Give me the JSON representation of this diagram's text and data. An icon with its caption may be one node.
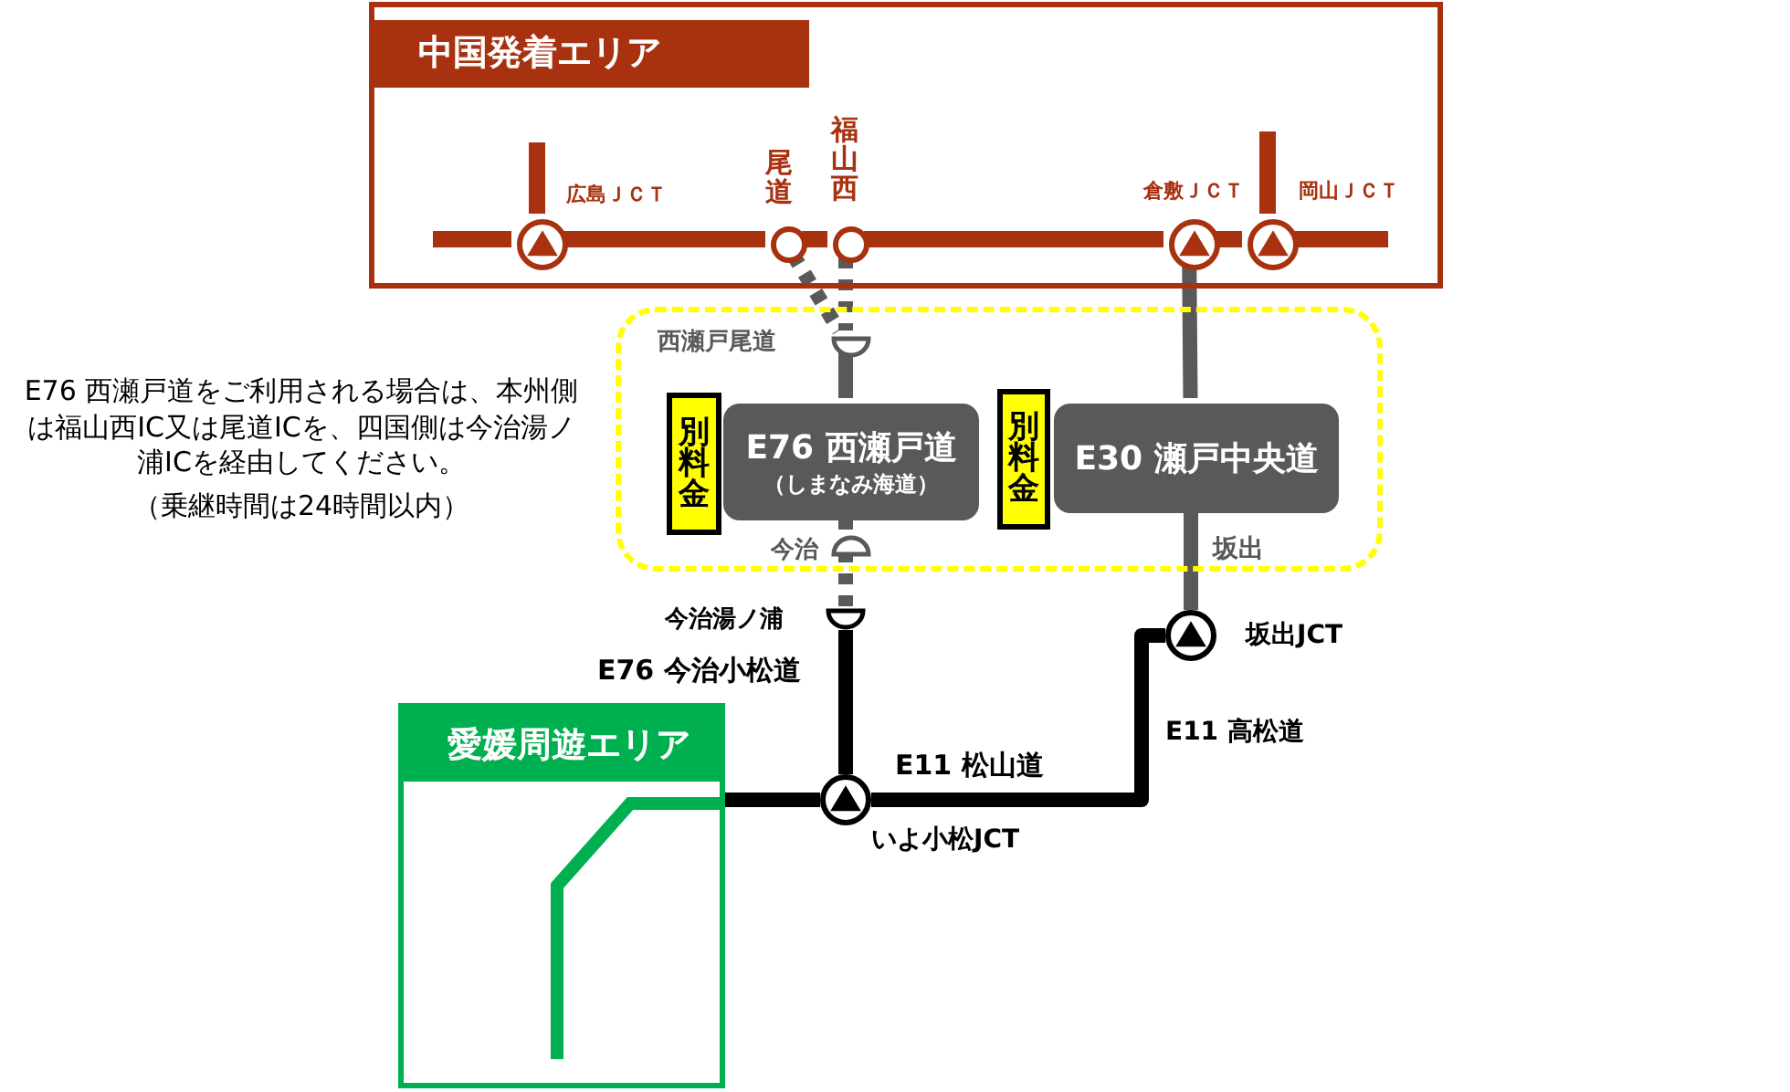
{
  "diagram": {
    "nodes": [
      {
        "text": [
          "中国発着エリア"
        ]
      },
      {
        "text": [],
        "shape": "circle",
        "in": 0,
        "beside": [
          "広島ＪＣＴ"
        ]
      },
      {
        "text": [],
        "shape": "circle",
        "in": 0,
        "beside": [
          "尾道"
        ]
      },
      {
        "text": [],
        "shape": "circle",
        "in": 0,
        "beside": [
          "福山西"
        ]
      },
      {
        "text": [],
        "shape": "circle",
        "in": 0,
        "beside": [
          "倉敷ＪＣＴ"
        ]
      },
      {
        "text": [],
        "shape": "circle",
        "in": 0,
        "beside": [
          "岡山ＪＣＴ"
        ]
      },
      {
        "text": [],
        "shape": "box"
      },
      {
        "text": [],
        "shape": "semicircle",
        "in": 6,
        "beside": [
          "西瀬戸尾道"
        ]
      },
      {
        "text": [
          "別料金"
        ],
        "in": 6
      },
      {
        "text": [
          "E76 西瀬戸道",
          "（しまなみ海道）"
        ],
        "in": 6
      },
      {
        "text": [],
        "shape": "semicircle",
        "in": 6,
        "beside": [
          "今治"
        ]
      },
      {
        "text": [
          "別料金"
        ],
        "in": 6
      },
      {
        "text": [
          "E30 瀬戸中央道"
        ],
        "in": 6
      },
      {
        "text": [],
        "shape": "semicircle",
        "beside": [
          "今治湯ノ浦"
        ]
      },
      {
        "text": [],
        "shape": "circle",
        "beside": [
          "いよ小松JCT"
        ]
      },
      {
        "text": [],
        "shape": "circle",
        "beside": [
          "坂出JCT"
        ]
      },
      {
        "text": [
          "愛媛周遊エリア"
        ]
      }
    ],
    "edges": [
      {
        "from": null,
        "to": 1,
        "arrow": "none"
      },
      {
        "from": null,
        "to": 1,
        "arrow": "none"
      },
      {
        "from": 1,
        "to": 2,
        "arrow": "none"
      },
      {
        "from": 2,
        "to": 3,
        "arrow": "none"
      },
      {
        "from": 3,
        "to": 4,
        "arrow": "none"
      },
      {
        "from": 4,
        "to": 5,
        "arrow": "none"
      },
      {
        "from": 5,
        "to": null,
        "arrow": "none"
      },
      {
        "from": null,
        "to": 5,
        "arrow": "none"
      },
      {
        "from": 2,
        "to": 7,
        "arrow": "none",
        "style": "dashed",
        "color": "#595959"
      },
      {
        "from": 3,
        "to": 7,
        "arrow": "none",
        "style": "dashed",
        "color": "#595959"
      },
      {
        "from": 7,
        "to": 9,
        "arrow": "none",
        "color": "#595959"
      },
      {
        "from": 9,
        "to": 10,
        "arrow": "none",
        "color": "#595959"
      },
      {
        "from": 10,
        "to": 13,
        "arrow": "none",
        "style": "dashed",
        "color": "#595959"
      },
      {
        "from": 13,
        "to": 14,
        "arrow": "none",
        "color": "#000000",
        "label": "E76 今治小松道"
      },
      {
        "from": 14,
        "to": 15,
        "arrow": "none",
        "color": "#000000",
        "label": "E11 松山道"
      },
      {
        "from": 4,
        "to": 12,
        "arrow": "none",
        "color": "#595959"
      },
      {
        "from": 12,
        "to": 15,
        "arrow": "none",
        "color": "#595959"
      },
      {
        "from": 16,
        "to": 14,
        "arrow": "none",
        "color": "#000000"
      }
    ],
    "labels": [
      "E76 西瀬戸道をご利用される場合は、本州側は福山西IC又は尾道ICを、四国側は今治湯ノ浦ICを経由してください。",
      "（乗継時間は24時間以内）",
      "坂出",
      "E11 高松道"
    ]
  }
}
